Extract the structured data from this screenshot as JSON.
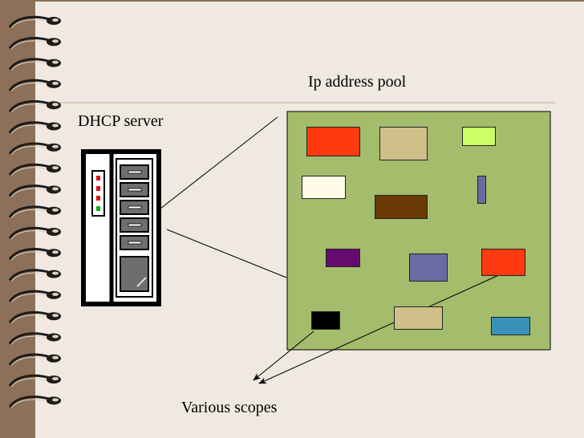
{
  "diagram": {
    "pool_label": "Ip address pool",
    "server_label": "DHCP server",
    "scopes_label": "Various scopes"
  },
  "colors": {
    "page": "#efe9e1",
    "border": "#8d7059",
    "pool": "#a3bd6c",
    "server_body": "#ffffff",
    "server_slot": "#6e6e6e",
    "led_red": "#e01010",
    "led_green": "#10b010"
  },
  "scopes": [
    {
      "name": "scope-orange-red",
      "color": "#ff3a10"
    },
    {
      "name": "scope-tan",
      "color": "#cfc08a"
    },
    {
      "name": "scope-lime",
      "color": "#ccff66"
    },
    {
      "name": "scope-cream",
      "color": "#fffbe6"
    },
    {
      "name": "scope-brown",
      "color": "#6b3a06"
    },
    {
      "name": "scope-slate-blue",
      "color": "#6a6ca0"
    },
    {
      "name": "scope-purple",
      "color": "#650a6e"
    },
    {
      "name": "scope-blue-gray",
      "color": "#6b6ba3"
    },
    {
      "name": "scope-red",
      "color": "#ff3a10"
    },
    {
      "name": "scope-black",
      "color": "#000000"
    },
    {
      "name": "scope-khaki",
      "color": "#cfc08a"
    },
    {
      "name": "scope-teal",
      "color": "#3a90b8"
    }
  ]
}
